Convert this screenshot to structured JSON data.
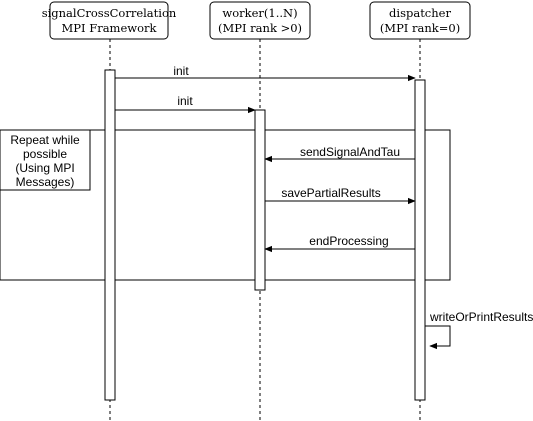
{
  "participants": [
    {
      "line1": "signalCrossCorrelation",
      "line2": "MPI Framework"
    },
    {
      "line1": "worker(1..N)",
      "line2": "(MPI rank >0)"
    },
    {
      "line1": "dispatcher",
      "line2": "(MPI rank=0)"
    }
  ],
  "messages": {
    "init_dispatcher": "init",
    "init_worker": "init",
    "send_signal_and_tau": "sendSignalAndTau",
    "save_partial_results": "savePartialResults",
    "end_processing": "endProcessing",
    "write_or_print_results": "writeOrPrintResults"
  },
  "loop_fragment": {
    "label_lines": [
      "Repeat while",
      "possible",
      "(Using MPI",
      "Messages)"
    ]
  }
}
